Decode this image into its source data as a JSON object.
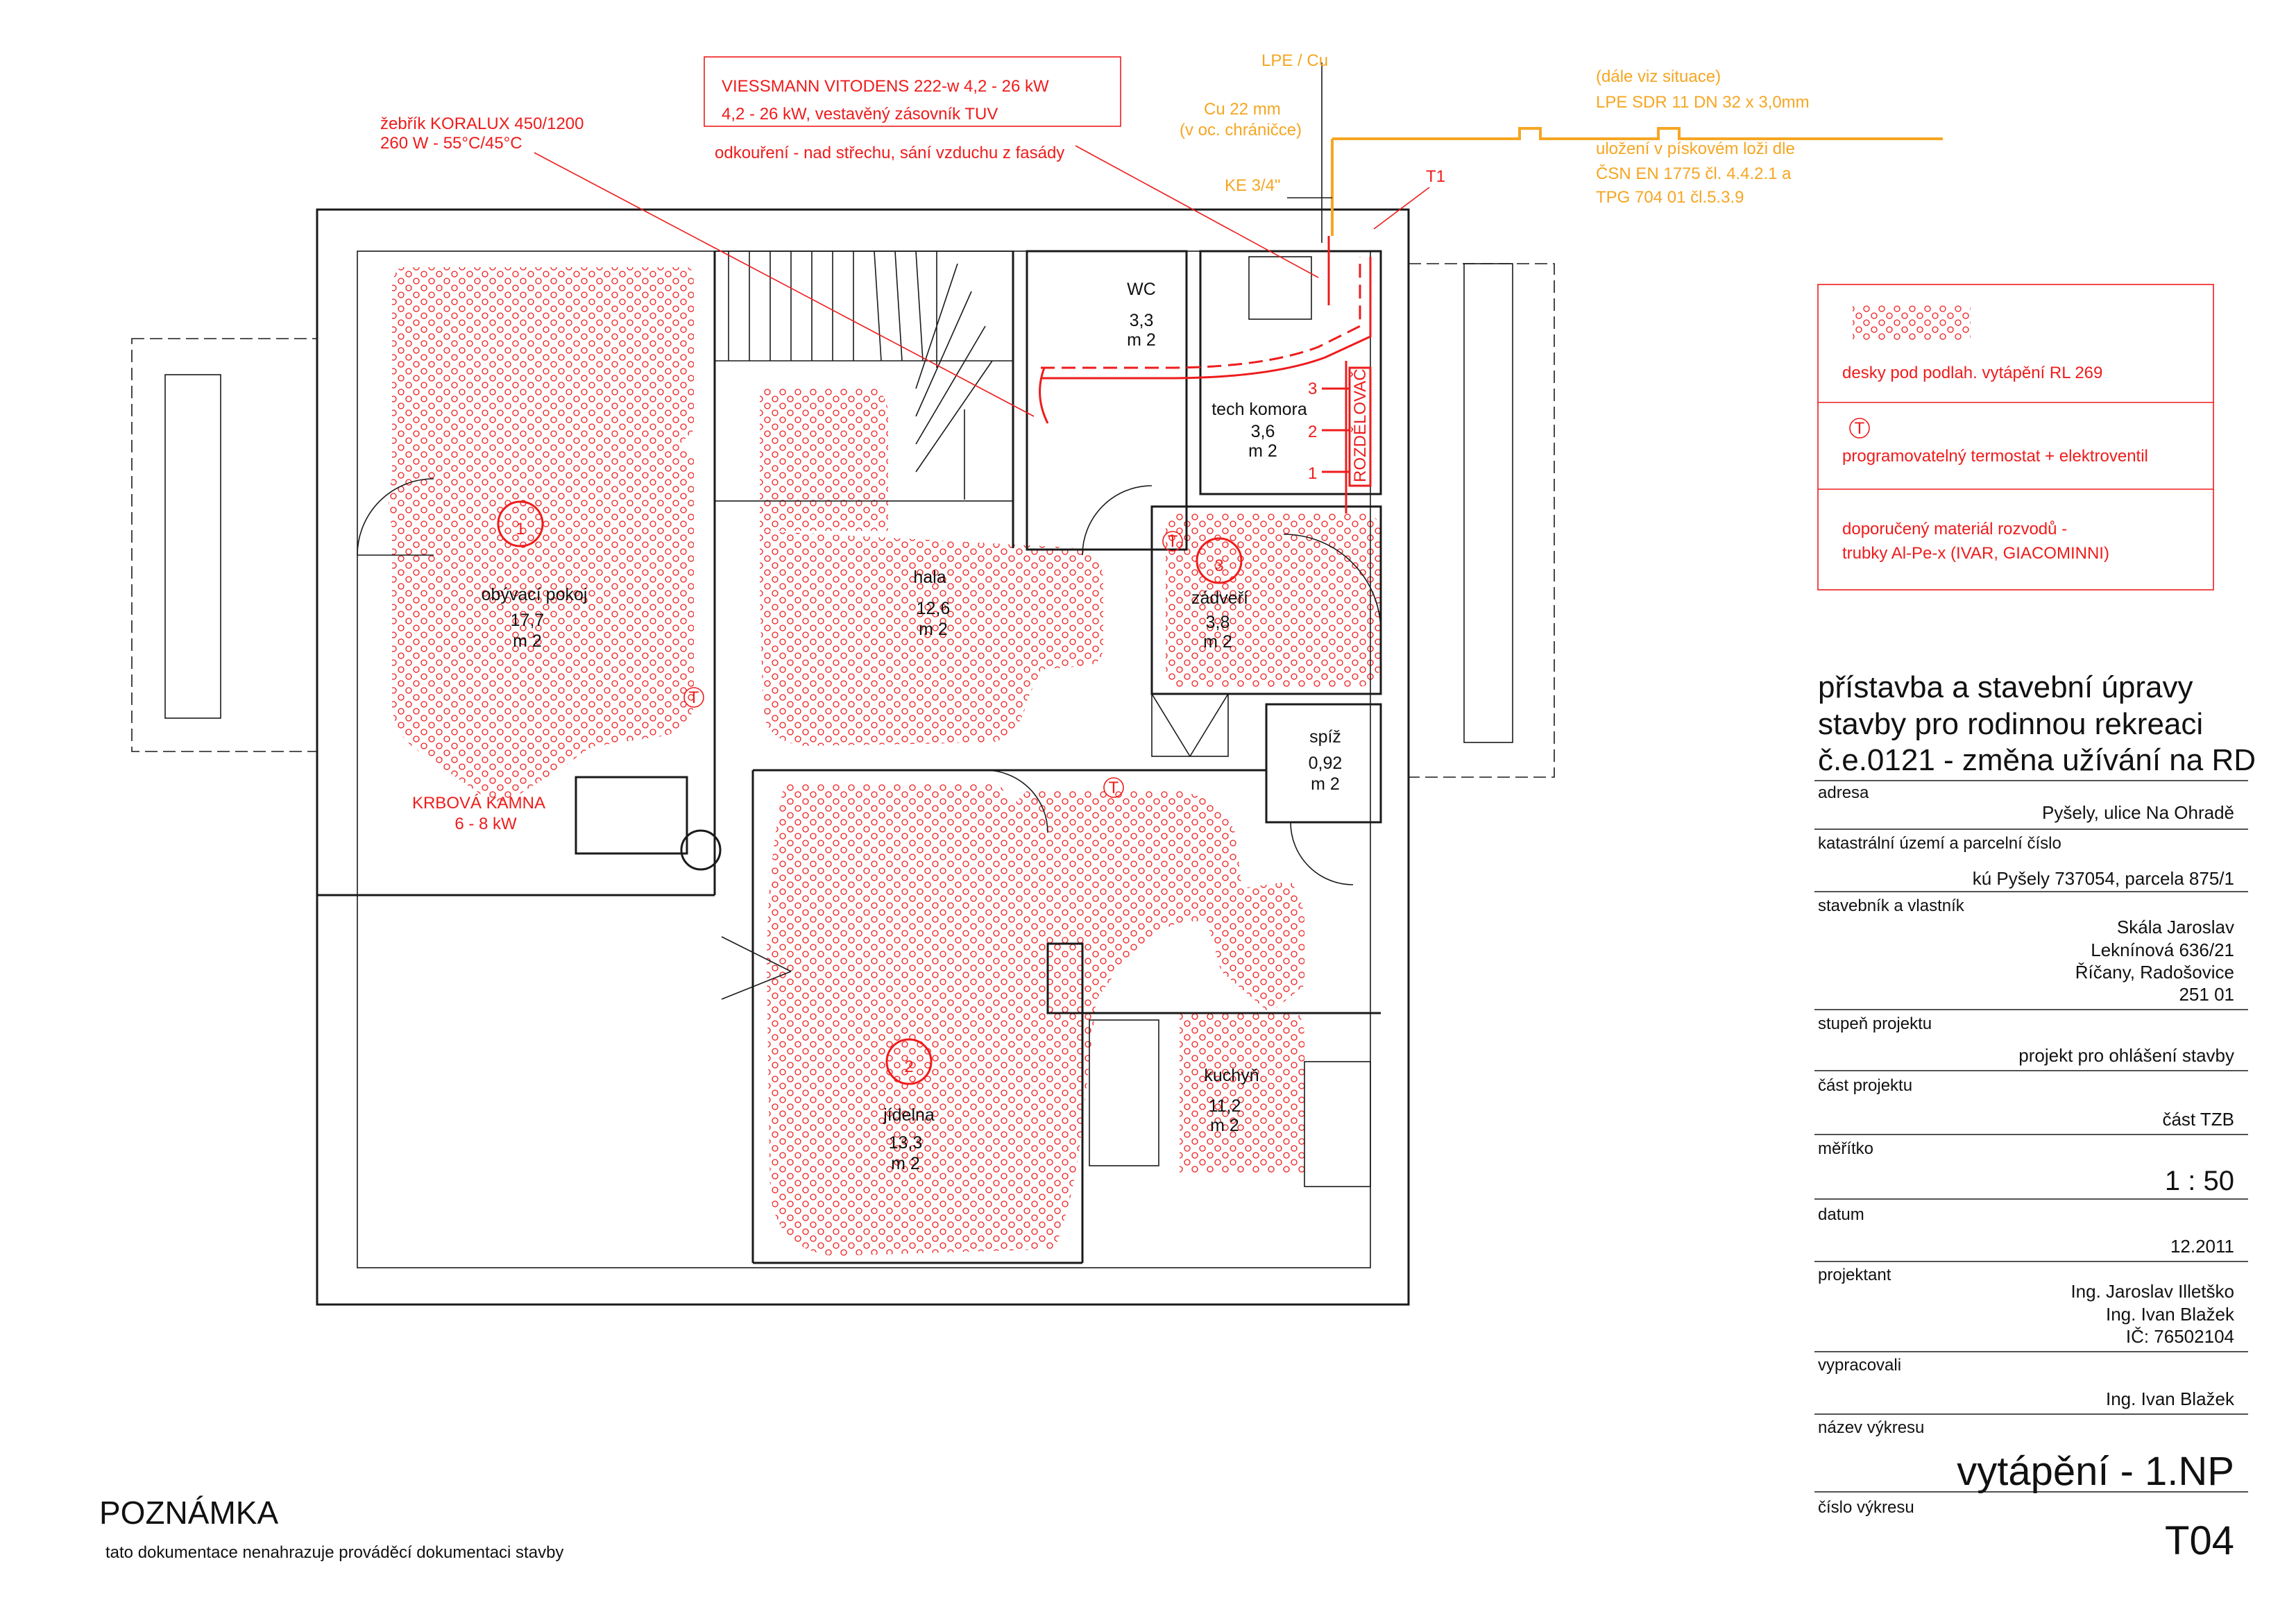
{
  "colors": {
    "heating": "#ee1c1c",
    "gas": "#f5a623",
    "walls": "#1a1a1a"
  },
  "rooms": [
    {
      "id": "obyvaci",
      "number": "1",
      "name": "obývací pokoj",
      "area": "17,7",
      "unit": "m 2"
    },
    {
      "id": "hala",
      "number": "",
      "name": "hala",
      "area": "12,6",
      "unit": "m 2"
    },
    {
      "id": "wc",
      "number": "",
      "name": "WC",
      "area": "3,3",
      "unit": "m 2"
    },
    {
      "id": "tech",
      "number": "",
      "name": "tech komora",
      "area": "3,6",
      "unit": "m 2"
    },
    {
      "id": "zadveri",
      "number": "3",
      "name": "zádveří",
      "area": "3,8",
      "unit": "m 2"
    },
    {
      "id": "spiz",
      "number": "",
      "name": "spíž",
      "area": "0,92",
      "unit": "m 2"
    },
    {
      "id": "jidelna",
      "number": "2",
      "name": "jídelna",
      "area": "13,3",
      "unit": "m 2"
    },
    {
      "id": "kuchyn",
      "number": "",
      "name": "kuchyň",
      "area": "11,2",
      "unit": "m 2"
    }
  ],
  "annotations": {
    "boiler_box_line1": "VIESSMANN VITODENS 222-w 4,2 - 26 kW",
    "boiler_box_line2": "4,2 - 26 kW, vestavěný zásovník TUV",
    "flue": "odkouření - nad střechu, sání vzduchu z fasády",
    "ladder_line1": "žebřík KORALUX 450/1200",
    "ladder_line2": "260 W -  55°C/45°C",
    "stove_line1": "KRBOVÁ KAMNA",
    "stove_line2": "6 - 8 kW",
    "lpe_cu": "LPE / Cu",
    "cu22_line1": "Cu 22 mm",
    "cu22_line2": "(v oc. chráničce)",
    "ke": "KE 3/4\"",
    "t1": "T1",
    "situ_line1": "(dále viz situace)",
    "situ_line2": "LPE SDR 11 DN 32 x 3,0mm",
    "bed_line1": "uložení v pískovém loži dle",
    "bed_line2": "ČSN EN 1775 čl. 4.4.2.1 a",
    "bed_line3": "TPG 704 01 čl.5.3.9",
    "distributor": "ROZDĚLOVAČ",
    "circuit_1": "1",
    "circuit_2": "2",
    "circuit_3": "3",
    "thermostat_symbol": "T"
  },
  "legend": {
    "item1": "desky pod podlah. vytápění RL 269",
    "item2": "programovatelný termostat + elektroventil",
    "item3_line1": "doporučený materiál rozvodů -",
    "item3_line2": "trubky Al-Pe-x (IVAR, GIACOMINNI)"
  },
  "title_block": {
    "title_line1": "přístavba a stavební úpravy",
    "title_line2": "stavby pro rodinnou rekreaci",
    "title_line3": "č.e.0121 - změna užívání na RD",
    "address_label": "adresa",
    "address_value": "Pyšely, ulice Na Ohradě",
    "cadastre_label": "katastrální území a parcelní číslo",
    "cadastre_value": "kú Pyšely 737054, parcela 875/1",
    "owner_label": "stavebník a vlastník",
    "owner_line1": "Skála Jaroslav",
    "owner_line2": "Leknínová 636/21",
    "owner_line3": "Říčany, Radošovice",
    "owner_line4": "251 01",
    "stage_label": "stupeň projektu",
    "stage_value": "projekt pro ohlášení stavby",
    "part_label": "část projektu",
    "part_value": "část TZB",
    "scale_label": "měřítko",
    "scale_value": "1 : 50",
    "date_label": "datum",
    "date_value": "12.2011",
    "designer_label": "projektant",
    "designer_line1": "Ing. Jaroslav Illetško",
    "designer_line2": "Ing. Ivan Blažek",
    "designer_line3": "IČ: 76502104",
    "prepared_label": "vypracovali",
    "prepared_value": "Ing. Ivan Blažek",
    "drawing_name_label": "název výkresu",
    "drawing_name_value": "vytápění - 1.NP",
    "drawing_no_label": "číslo výkresu",
    "drawing_no_value": "T04"
  },
  "note": {
    "heading": "POZNÁMKA",
    "text": "tato dokumentace nenahrazuje prováděcí dokumentaci stavby"
  }
}
